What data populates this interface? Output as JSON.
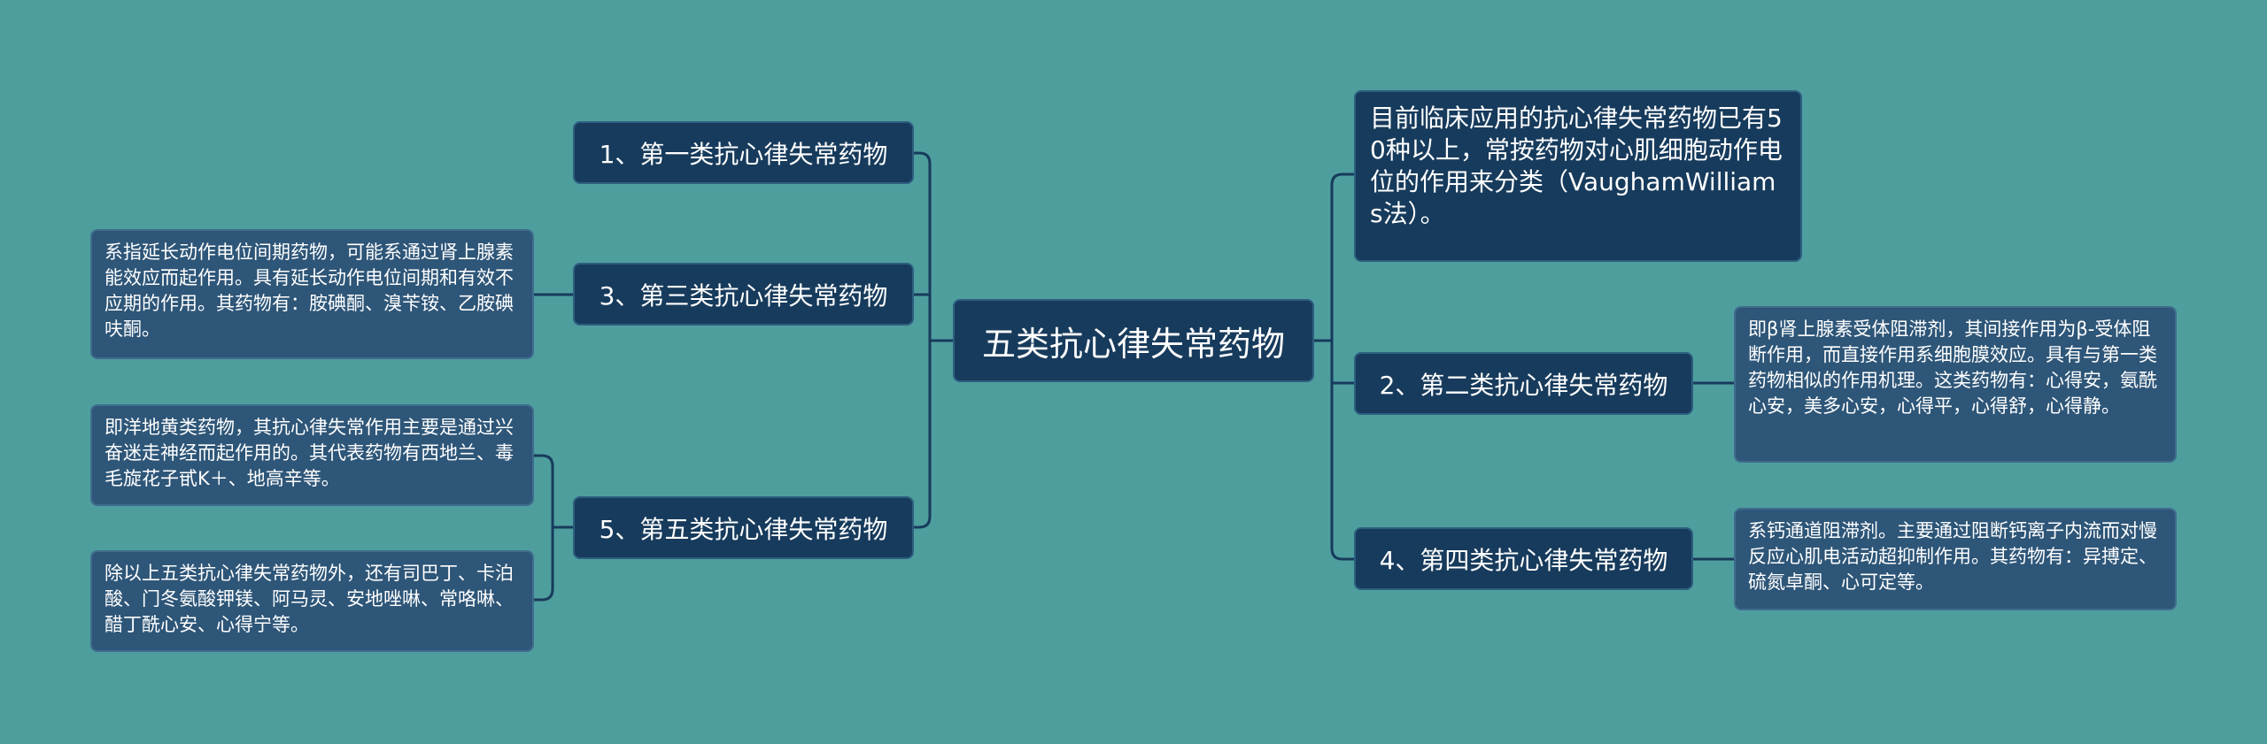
{
  "colors": {
    "background": "#4f9e9e",
    "node_fill": "#173b5c",
    "leaf_fill": "#2e5678",
    "connector": "#173b5c"
  },
  "root": {
    "label": "五类抗心律失常药物"
  },
  "left_branches": [
    {
      "label": "1、第一类抗心律失常药物",
      "details": []
    },
    {
      "label": "3、第三类抗心律失常药物",
      "details": [
        "系指延长动作电位间期药物，可能系通过肾上腺素能效应而起作用。具有延长动作电位间期和有效不应期的作用。其药物有：胺碘酮、溴苄铵、乙胺碘呋酮。"
      ]
    },
    {
      "label": "5、第五类抗心律失常药物",
      "details": [
        "即洋地黄类药物，其抗心律失常作用主要是通过兴奋迷走神经而起作用的。其代表药物有西地兰、毒毛旋花子甙K＋、地高辛等。",
        "除以上五类抗心律失常药物外，还有司巴丁、卡泊酸、门冬氨酸钾镁、阿马灵、安地唑啉、常咯啉、醋丁酰心安、心得宁等。"
      ]
    }
  ],
  "right_branches": [
    {
      "label": "目前临床应用的抗心律失常药物已有50种以上，常按药物对心肌细胞动作电位的作用来分类（VaughamWilliams法）。",
      "details": []
    },
    {
      "label": "2、第二类抗心律失常药物",
      "details": [
        "即β肾上腺素受体阻滞剂，其间接作用为β-受体阻断作用，而直接作用系细胞膜效应。具有与第一类药物相似的作用机理。这类药物有：心得安，氨酰心安，美多心安，心得平，心得舒，心得静。"
      ]
    },
    {
      "label": "4、第四类抗心律失常药物",
      "details": [
        "系钙通道阻滞剂。主要通过阻断钙离子内流而对慢反应心肌电活动超抑制作用。其药物有：异搏定、硫氮卓酮、心可定等。"
      ]
    }
  ]
}
